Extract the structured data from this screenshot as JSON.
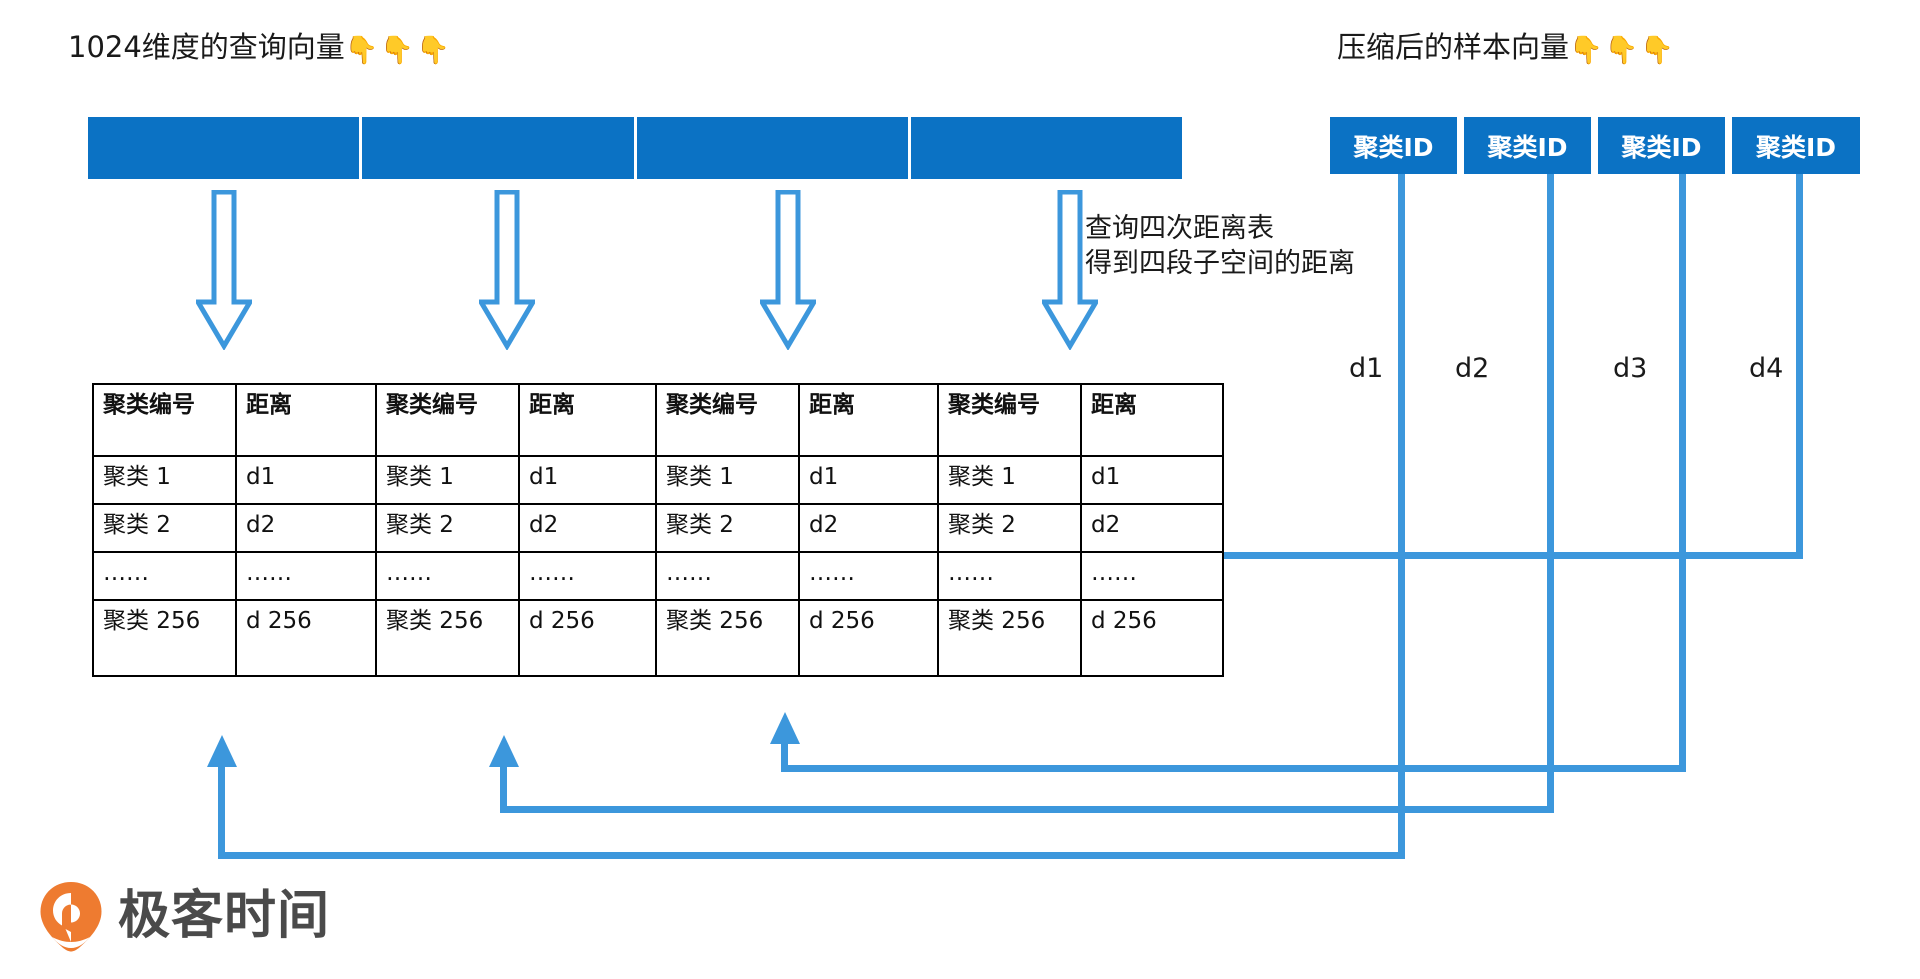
{
  "labels": {
    "query_vector_title": "1024维度的查询向量",
    "query_vector_emoji": "👇👇👇",
    "compressed_vector_title": "压缩后的样本向量",
    "compressed_vector_emoji": "👇👇👇",
    "annotation": "查询四次距离表\n得到四段子空间的距离"
  },
  "colors": {
    "bar_blue": "#0B72C4",
    "connector_blue": "#3C97DC",
    "table_border": "#000000",
    "logo_orange": "#EE7B30",
    "logo_text": "#4A4A4A"
  },
  "query_vector": {
    "segment_count": 4,
    "segments": [
      "",
      "",
      "",
      ""
    ]
  },
  "compressed_vector": {
    "boxes": [
      {
        "label": "聚类ID"
      },
      {
        "label": "聚类ID"
      },
      {
        "label": "聚类ID"
      },
      {
        "label": "聚类ID"
      }
    ],
    "distance_labels": [
      "d1",
      "d2",
      "d3",
      "d4"
    ]
  },
  "arrows": {
    "down_arrow_count": 4,
    "icon": "arrow-down"
  },
  "tables": [
    {
      "headers": [
        "聚类编号",
        "距离"
      ],
      "rows": [
        [
          "聚类 1",
          "d1"
        ],
        [
          "聚类 2",
          "d2"
        ],
        [
          "……",
          "……"
        ],
        [
          "聚类 256",
          "d 256"
        ]
      ]
    },
    {
      "headers": [
        "聚类编号",
        "距离"
      ],
      "rows": [
        [
          "聚类 1",
          "d1"
        ],
        [
          "聚类 2",
          "d2"
        ],
        [
          "……",
          "……"
        ],
        [
          "聚类 256",
          "d 256"
        ]
      ]
    },
    {
      "headers": [
        "聚类编号",
        "距离"
      ],
      "rows": [
        [
          "聚类 1",
          "d1"
        ],
        [
          "聚类 2",
          "d2"
        ],
        [
          "……",
          "……"
        ],
        [
          "聚类 256",
          "d 256"
        ]
      ]
    },
    {
      "headers": [
        "聚类编号",
        "距离"
      ],
      "rows": [
        [
          "聚类 1",
          "d1"
        ],
        [
          "聚类 2",
          "d2"
        ],
        [
          "……",
          "……"
        ],
        [
          "聚类 256",
          "d 256"
        ]
      ]
    }
  ],
  "logo": {
    "text": "极客时间",
    "mark": "geektime-mark"
  }
}
